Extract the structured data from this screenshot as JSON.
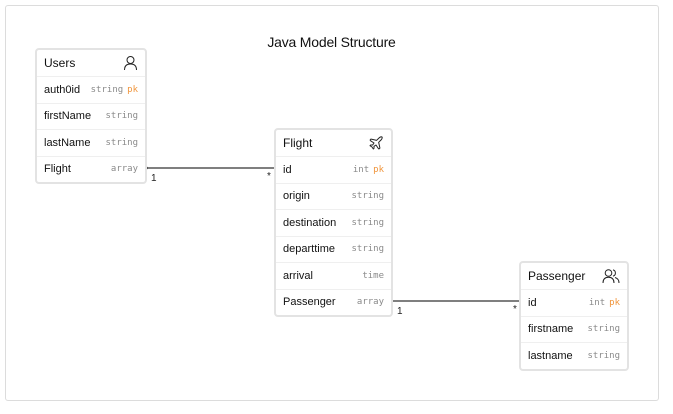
{
  "diagram_title": "Java Model Structure",
  "entities": {
    "users": {
      "name": "Users",
      "icon": "user-icon",
      "fields": [
        {
          "name": "auth0id",
          "type": "string",
          "pk": "pk"
        },
        {
          "name": "firstName",
          "type": "string",
          "pk": ""
        },
        {
          "name": "lastName",
          "type": "string",
          "pk": ""
        },
        {
          "name": "Flight",
          "type": "array",
          "pk": ""
        }
      ]
    },
    "flight": {
      "name": "Flight",
      "icon": "airplane-icon",
      "fields": [
        {
          "name": "id",
          "type": "int",
          "pk": "pk"
        },
        {
          "name": "origin",
          "type": "string",
          "pk": ""
        },
        {
          "name": "destination",
          "type": "string",
          "pk": ""
        },
        {
          "name": "departtime",
          "type": "string",
          "pk": ""
        },
        {
          "name": "arrival",
          "type": "time",
          "pk": ""
        },
        {
          "name": "Passenger",
          "type": "array",
          "pk": ""
        }
      ]
    },
    "passenger": {
      "name": "Passenger",
      "icon": "users-icon",
      "fields": [
        {
          "name": "id",
          "type": "int",
          "pk": "pk"
        },
        {
          "name": "firstname",
          "type": "string",
          "pk": ""
        },
        {
          "name": "lastname",
          "type": "string",
          "pk": ""
        }
      ]
    }
  },
  "relations": [
    {
      "from": "Users.Flight",
      "to": "Flight.id",
      "from_card": "1",
      "to_card": "*"
    },
    {
      "from": "Flight.Passenger",
      "to": "Passenger.id",
      "from_card": "1",
      "to_card": "*"
    }
  ],
  "colors": {
    "pk": "#f0953c",
    "border": "#e3e3e3",
    "line": "#333333"
  }
}
